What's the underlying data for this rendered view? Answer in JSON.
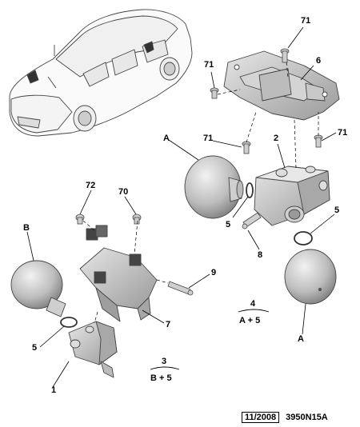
{
  "callouts": [
    {
      "id": "71a",
      "text": "71"
    },
    {
      "id": "6",
      "text": "6"
    },
    {
      "id": "71b",
      "text": "71"
    },
    {
      "id": "71c",
      "text": "71"
    },
    {
      "id": "2",
      "text": "2"
    },
    {
      "id": "71d",
      "text": "71"
    },
    {
      "id": "A1",
      "text": "A"
    },
    {
      "id": "5a",
      "text": "5"
    },
    {
      "id": "5b",
      "text": "5"
    },
    {
      "id": "8",
      "text": "8"
    },
    {
      "id": "A2",
      "text": "A"
    },
    {
      "id": "72",
      "text": "72"
    },
    {
      "id": "70",
      "text": "70"
    },
    {
      "id": "B",
      "text": "B"
    },
    {
      "id": "9",
      "text": "9"
    },
    {
      "id": "5c",
      "text": "5"
    },
    {
      "id": "7",
      "text": "7"
    },
    {
      "id": "1",
      "text": "1"
    }
  ],
  "groups": [
    {
      "number": "4",
      "combo": "A + 5"
    },
    {
      "number": "3",
      "combo": "B + 5"
    }
  ],
  "footer": {
    "date": "11/2008",
    "ref": "3950N15A"
  }
}
